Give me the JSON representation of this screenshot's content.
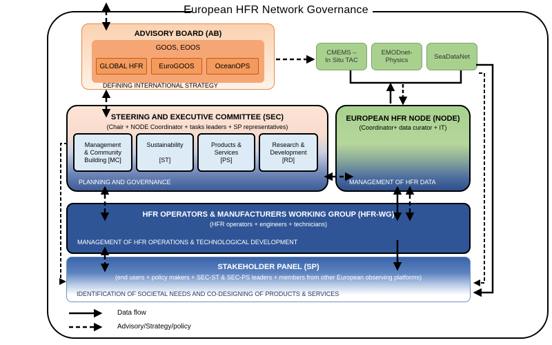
{
  "title": "European HFR Network  Governance",
  "advisory_board": {
    "title": "ADVISORY BOARD (AB)",
    "goos": "GOOS, EOOS",
    "members": [
      "GLOBAL HFR",
      "EuroGOOS",
      "OceanOPS"
    ],
    "footer": "DEFINING INTERNATIONAL STRATEGY"
  },
  "green_boxes": [
    {
      "line1": "CMEMS –",
      "line2": "In Situ TAC"
    },
    {
      "line1": "EMODnet-",
      "line2": "Physics"
    },
    {
      "line1": "SeaDataNet",
      "line2": ""
    }
  ],
  "sec": {
    "title": "STEERING AND EXECUTIVE COMMITTEE (SEC)",
    "subtitle": "(Chair + NODE Coordinator + tasks leaders + SP representatives)",
    "tasks": [
      {
        "l1": "Management",
        "l2": "& Community",
        "l3": "Building [MC]"
      },
      {
        "l1": "Sustainability",
        "l2": "",
        "l3": "[ST]"
      },
      {
        "l1": "Products &",
        "l2": "Services",
        "l3": "[PS]"
      },
      {
        "l1": "Research &",
        "l2": "Development",
        "l3": "[RD]"
      }
    ],
    "footer": "PLANNING AND GOVERNANCE"
  },
  "node": {
    "title": "EUROPEAN HFR NODE (NODE)",
    "subtitle": "(Coordinator+ data curator + IT)",
    "footer": "MANAGEMENT OF HFR DATA"
  },
  "wg": {
    "title": "HFR OPERATORS & MANUFACTURERS WORKING GROUP (HFR-WG)",
    "subtitle": "(HFR operators + engineers + technicians)",
    "footer": "MANAGEMENT OF HFR OPERATIONS & TECHNOLOGICAL DEVELOPMENT"
  },
  "sp": {
    "title": "STAKEHOLDER PANEL (SP)",
    "subtitle": "(end users + policy makers + SEC-ST & SEC-PS leaders + members from other European observing platforms)",
    "footer": "IDENTIFICATION OF SOCIETAL NEEDS AND CO-DESIGNING OF PRODUCTS & SERVICES"
  },
  "legend": {
    "solid": "Data flow",
    "dashed": "Advisory/Strategy/policy"
  },
  "colors": {
    "ab_fill": "#fbd2b0",
    "ab_member": "#f39a5c",
    "green": "#a9d18e",
    "sec_task": "#ddebf7",
    "wg_fill": "#2f5597"
  }
}
